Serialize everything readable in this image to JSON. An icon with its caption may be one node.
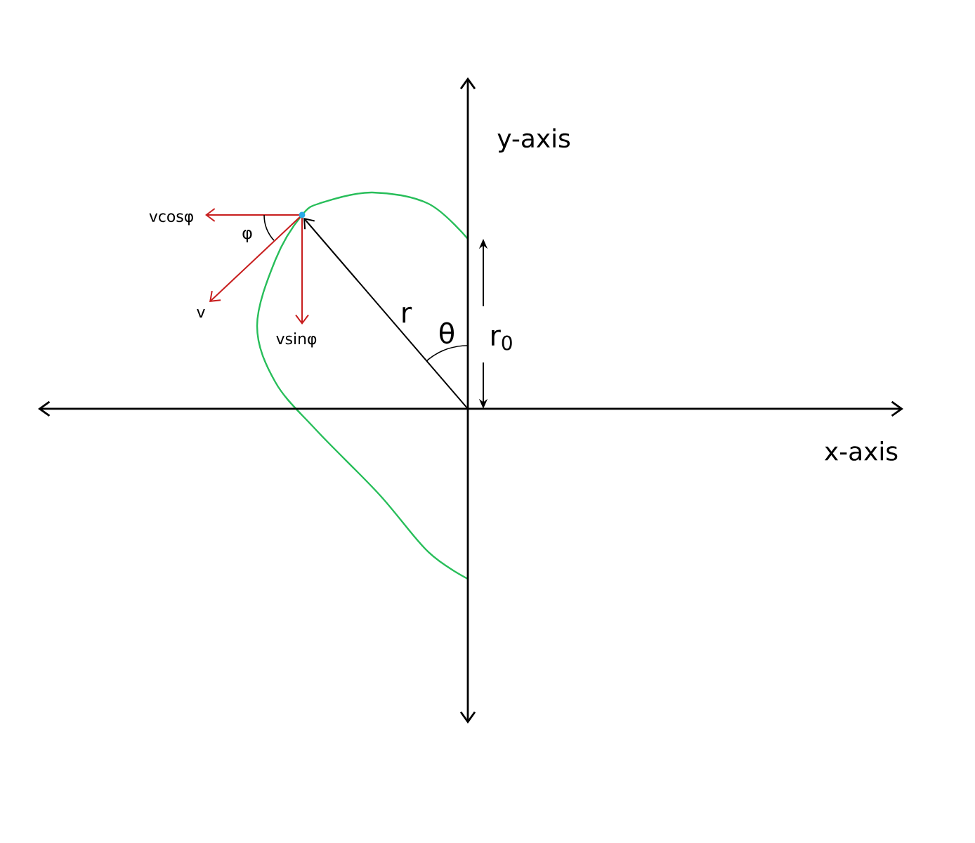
{
  "diagram": {
    "labels": [
      "y-axis",
      "x-axis",
      "vcosφ",
      "φ",
      "v",
      "vsinφ",
      "r",
      "θ",
      "r$_{0}$"
    ]
  }
}
